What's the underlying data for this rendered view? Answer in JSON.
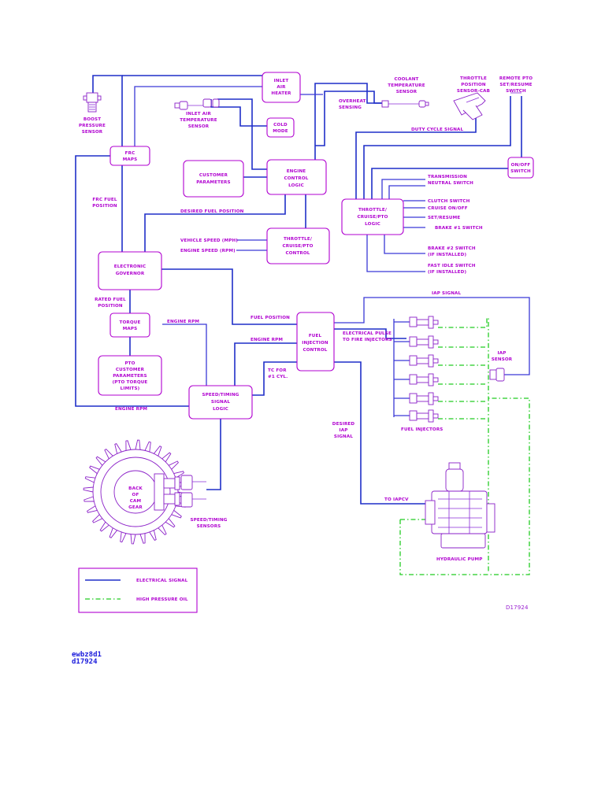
{
  "blocks": {
    "inlet_air_heater": [
      "INLET",
      "AIR",
      "HEATER"
    ],
    "cold_mode": [
      "COLD",
      "MODE"
    ],
    "frc_maps": [
      "FRC",
      "MAPS"
    ],
    "customer_parameters": [
      "CUSTOMER",
      "PARAMETERS"
    ],
    "engine_control_logic": [
      "ENGINE",
      "CONTROL",
      "LOGIC"
    ],
    "throttle_cruise_pto_logic": [
      "THROTTLE/",
      "CRUISE/PTO",
      "LOGIC"
    ],
    "throttle_cruise_pto_control": [
      "THROTTLE/",
      "CRUISE/PTO",
      "CONTROL"
    ],
    "electronic_governor": [
      "ELECTRONIC",
      "GOVERNOR"
    ],
    "torque_maps": [
      "TORQUE",
      "MAPS"
    ],
    "pto_customer_parameters": [
      "PTO",
      "CUSTOMER",
      "PARAMETERS",
      "(PTO TORQUE",
      "LIMITS)"
    ],
    "fuel_injection_control": [
      "FUEL",
      "INJECTION",
      "CONTROL"
    ],
    "speed_timing_signal_logic": [
      "SPEED/TIMING",
      "SIGNAL",
      "LOGIC"
    ],
    "on_off_switch": [
      "ON/OFF",
      "SWITCH"
    ]
  },
  "labels": {
    "boost_pressure_sensor": [
      "BOOST",
      "PRESSURE",
      "SENSOR"
    ],
    "inlet_air_temp_sensor": [
      "INLET AIR",
      "TEMPERATURE",
      "SENSOR"
    ],
    "coolant_temp_sensor": [
      "COOLANT",
      "TEMPERATURE",
      "SENSOR"
    ],
    "overheat_sensing": [
      "OVERHEAT",
      "SENSING"
    ],
    "throttle_position_sensor": [
      "THROTTLE",
      "POSITION",
      "SENSOR-CAB"
    ],
    "remote_pto_switch": [
      "REMOTE PTO",
      "SET/RESUME",
      "SWITCH"
    ],
    "duty_cycle_signal": "DUTY CYCLE SIGNAL",
    "frc_fuel_position": [
      "FRC FUEL",
      "POSITION"
    ],
    "desired_fuel_position": "DESIRED FUEL POSITION",
    "transmission_neutral_switch": [
      "TRANSMISSION",
      "NEUTRAL SWITCH"
    ],
    "clutch_switch": "CLUTCH SWITCH",
    "cruise_on_off": "CRUISE ON/OFF",
    "set_resume": "SET/RESUME",
    "brake_1_switch": "BRAKE #1 SWITCH",
    "brake_2_switch": [
      "BRAKE #2 SWITCH",
      "(IF INSTALLED)"
    ],
    "fast_idle_switch": [
      "FAST IDLE SWITCH",
      "(IF INSTALLED)"
    ],
    "vehicle_speed": "VEHICLE SPEED (MPH)",
    "engine_speed": "ENGINE SPEED (RPM)",
    "rated_fuel_position": [
      "RATED FUEL",
      "POSITION"
    ],
    "engine_rpm_torque": "ENGINE RPM",
    "fuel_position": "FUEL POSITION",
    "engine_rpm_fic": "ENGINE RPM",
    "electrical_pulse": [
      "ELECTRICAL PULSE",
      "TO FIRE INJECTORS"
    ],
    "icp_signal": "IAP SIGNAL",
    "icp_sensor": [
      "IAP",
      "SENSOR"
    ],
    "tc_for_cyl": [
      "TC FOR",
      "#1 CYL."
    ],
    "engine_rpm_bottom": "ENGINE RPM",
    "desired_icp_signal": [
      "DESIRED",
      "IAP",
      "SIGNAL"
    ],
    "fuel_injectors": "FUEL INJECTORS",
    "to_iapcv": "TO IAPCV",
    "back_of_cam_gear": [
      "BACK",
      "OF",
      "CAM",
      "GEAR"
    ],
    "speed_timing_sensors": [
      "SPEED/TIMING",
      "SENSORS"
    ],
    "hydraulic_pump": "HYDRAULIC PUMP",
    "drawing_id": "D17924"
  },
  "legend": {
    "electrical_signal": "ELECTRICAL SIGNAL",
    "high_pressure_oil": "HIGH PRESSURE OIL"
  },
  "footer": {
    "line1": "ewbz8d1",
    "line2": "d17924"
  },
  "colors": {
    "block_outline": "#b000d0",
    "electrical_signal": "#1f2fc8",
    "high_pressure_oil": "#22cc22"
  }
}
